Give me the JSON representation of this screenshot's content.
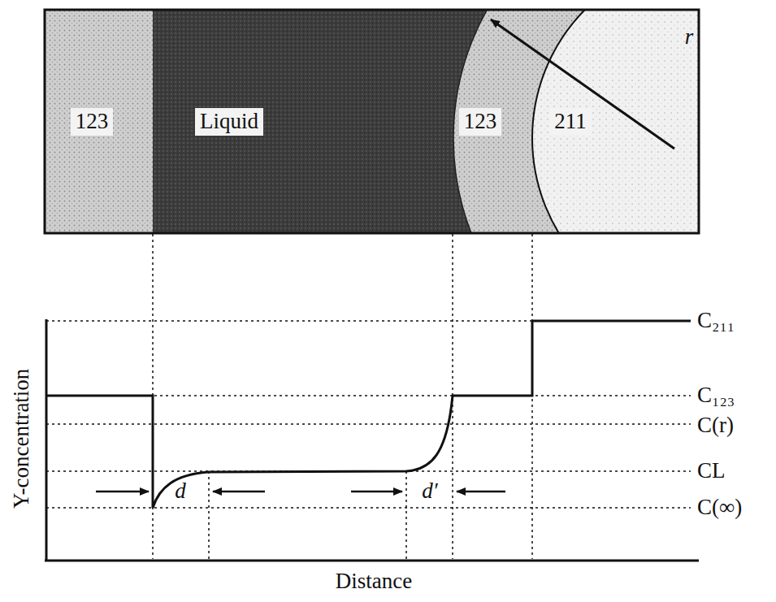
{
  "diagram": {
    "nodes": [
      {
        "text": [
          "123"
        ]
      },
      {
        "text": [
          "Liquid"
        ]
      },
      {
        "text": [
          "123"
        ]
      },
      {
        "text": [
          "211"
        ]
      }
    ],
    "labels": [
      "r",
      "Y-concentration",
      "Distance",
      "d",
      "d′",
      "C₂₁₁",
      "C₁₂₃",
      "C(r)",
      "CL",
      "C(∞)"
    ]
  }
}
